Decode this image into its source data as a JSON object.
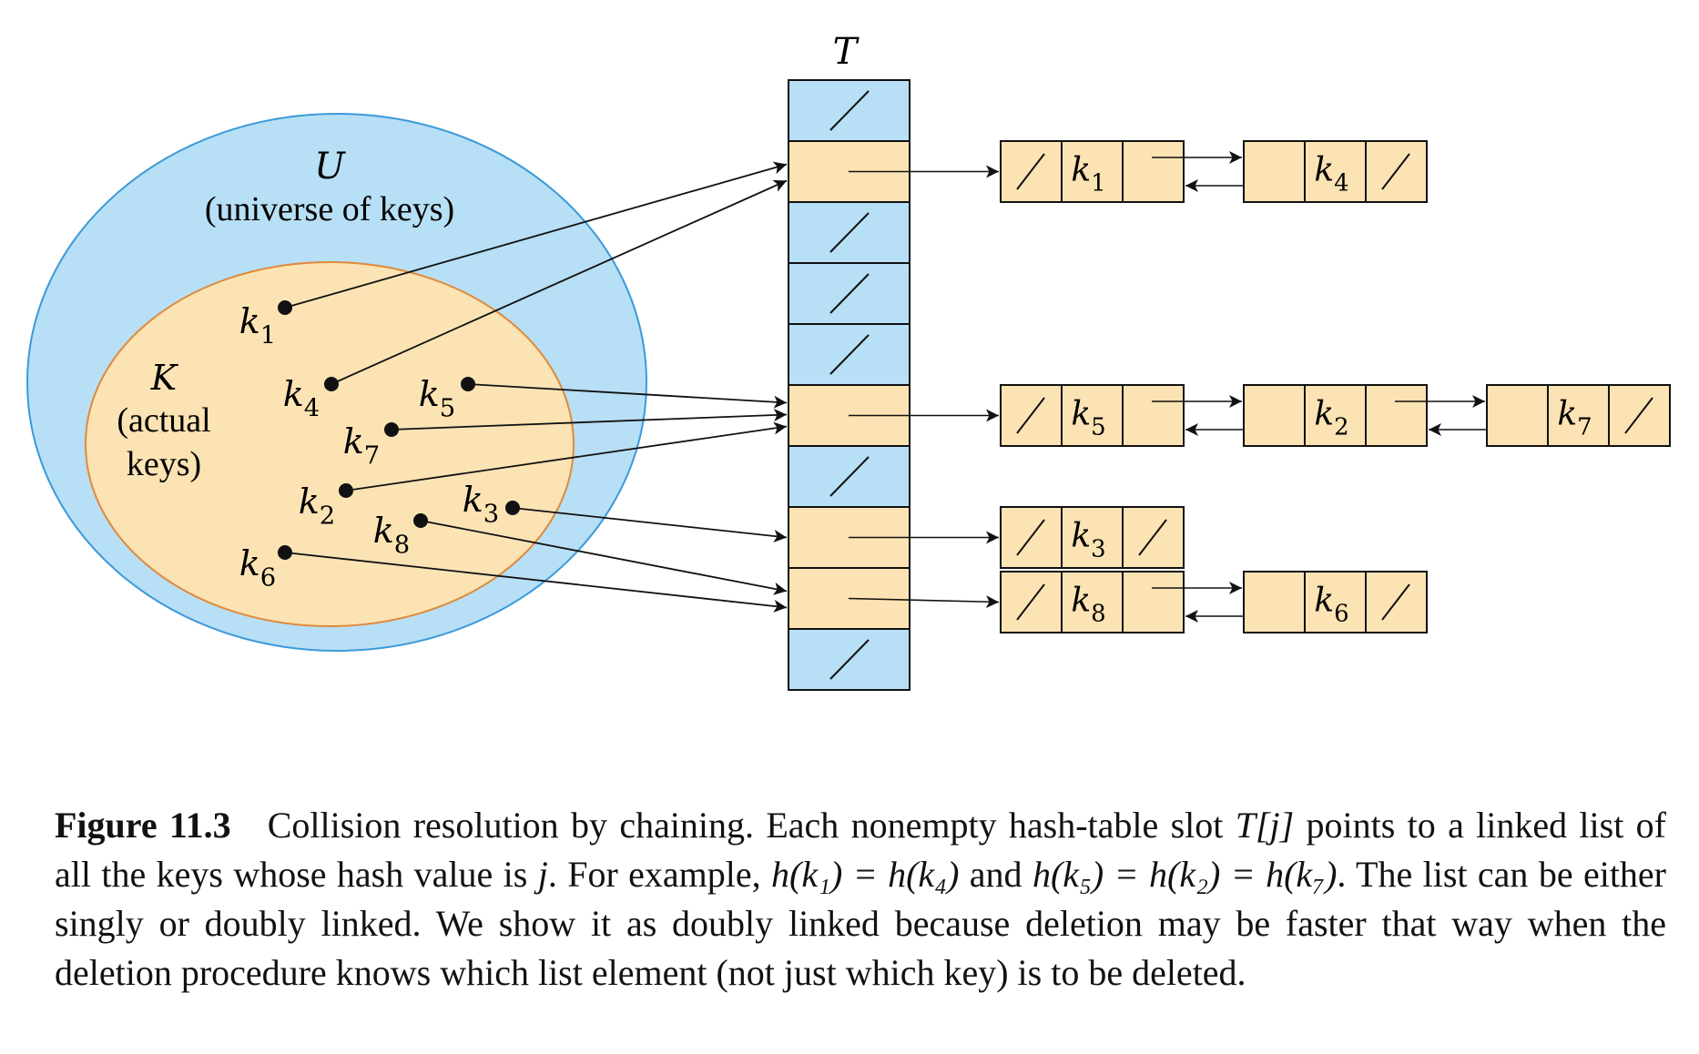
{
  "figure": {
    "table_label": "T",
    "universe_label": "U",
    "universe_desc": "(universe of keys)",
    "actual_label": "K",
    "actual_desc_line1": "(actual",
    "actual_desc_line2": "keys)",
    "keys": [
      {
        "base": "k",
        "sub": "1"
      },
      {
        "base": "k",
        "sub": "4"
      },
      {
        "base": "k",
        "sub": "5"
      },
      {
        "base": "k",
        "sub": "7"
      },
      {
        "base": "k",
        "sub": "2"
      },
      {
        "base": "k",
        "sub": "3"
      },
      {
        "base": "k",
        "sub": "8"
      },
      {
        "base": "k",
        "sub": "6"
      }
    ],
    "slot_count": 10,
    "nonempty_slots": [
      1,
      5,
      7,
      8
    ],
    "chains": [
      {
        "slot": 1,
        "nodes": [
          {
            "base": "k",
            "sub": "1"
          },
          {
            "base": "k",
            "sub": "4"
          }
        ]
      },
      {
        "slot": 5,
        "nodes": [
          {
            "base": "k",
            "sub": "5"
          },
          {
            "base": "k",
            "sub": "2"
          },
          {
            "base": "k",
            "sub": "7"
          }
        ]
      },
      {
        "slot": 7,
        "nodes": [
          {
            "base": "k",
            "sub": "3"
          }
        ]
      },
      {
        "slot": 8,
        "nodes": [
          {
            "base": "k",
            "sub": "8"
          },
          {
            "base": "k",
            "sub": "6"
          }
        ]
      }
    ],
    "colors": {
      "universe_fill": "#b7dff5",
      "universe_stroke": "#3b9ad9",
      "keys_fill": "#fbe3b4",
      "keys_stroke": "#e0893a",
      "empty_slot": "#b7dff5",
      "node_fill": "#fbe3b4",
      "ink": "#111111"
    }
  },
  "caption": {
    "label": "Figure 11.3",
    "text_1": "Collision resolution by chaining. Each nonempty hash-table slot ",
    "slot_expr": "T[j]",
    "text_2": " points to a linked list of all the keys whose hash value is ",
    "j": "j",
    "text_3": ". For example, ",
    "eq_1": "h(k₁) = h(k₄)",
    "text_4": " and ",
    "eq_2": "h(k₅) = h(k₂) = h(k₇)",
    "text_5": ". The list can be either singly or doubly linked. We show it as doubly linked because deletion may be faster that way when the deletion procedure knows which list element (not just which key) is to be deleted."
  }
}
